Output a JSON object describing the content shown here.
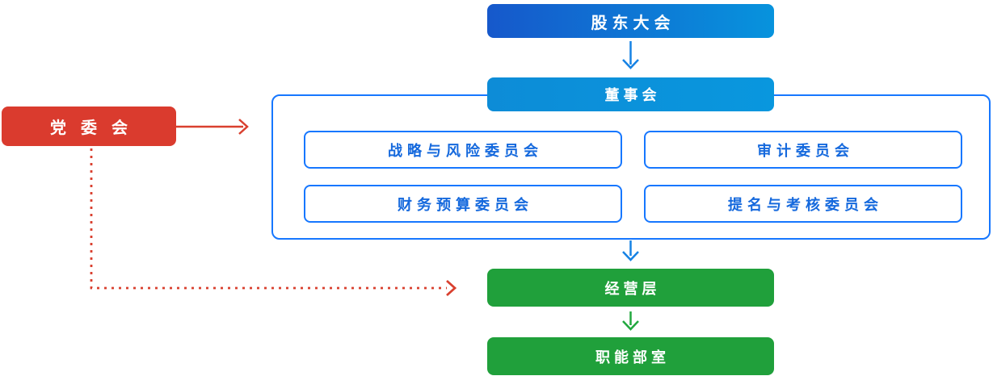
{
  "diagram": {
    "type": "org-chart",
    "nodes": {
      "shareholders": {
        "label": "股东大会"
      },
      "board": {
        "label": "董事会"
      },
      "committees": [
        {
          "label": "战略与风险委员会"
        },
        {
          "label": "审计委员会"
        },
        {
          "label": "财务预算委员会"
        },
        {
          "label": "提名与考核委员会"
        }
      ],
      "management": {
        "label": "经营层"
      },
      "functional_departments": {
        "label": "职能部室"
      },
      "party_committee": {
        "label": "党委会"
      }
    },
    "edges": [
      {
        "from": "股东大会",
        "to": "董事会",
        "style": "solid",
        "color": "#1682e4"
      },
      {
        "from": "董事会",
        "to": "经营层",
        "style": "solid",
        "color": "#1682e4"
      },
      {
        "from": "经营层",
        "to": "职能部室",
        "style": "solid",
        "color": "#22a83f"
      },
      {
        "from": "党委会",
        "to": "董事会",
        "style": "solid",
        "color": "#d9402f"
      },
      {
        "from": "党委会",
        "to": "经营层",
        "style": "dotted",
        "color": "#d9402f"
      }
    ],
    "colors": {
      "shareholders_gradient_start": "#1658cb",
      "shareholders_gradient_end": "#0793dd",
      "board_fill": "#0994db",
      "group_border": "#1677ff",
      "committee_border": "#1677ff",
      "committee_text": "#1569dd",
      "green_fill": "#20a03b",
      "party_fill": "#da3b2e",
      "blue_arrow": "#1682e4",
      "green_arrow": "#22a83f",
      "red_arrow": "#d9402f"
    }
  }
}
